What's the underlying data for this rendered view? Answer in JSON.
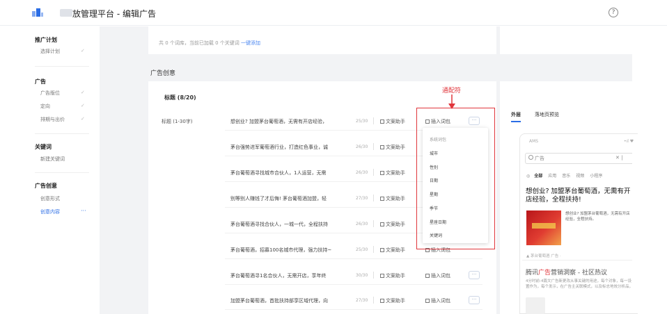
{
  "header": {
    "title": "放管理平台 - 编辑广告",
    "help_icon": "help-circle-icon"
  },
  "sidebar": {
    "groups": [
      {
        "label": "推广计划",
        "items": [
          {
            "label": "选择计划",
            "status": "✓"
          }
        ]
      },
      {
        "label": "广告",
        "items": [
          {
            "label": "广告版位",
            "status": "✓"
          },
          {
            "label": "定向",
            "status": "✓"
          },
          {
            "label": "排期与出价",
            "status": "✓"
          }
        ]
      },
      {
        "label": "关键词",
        "items": [
          {
            "label": "新建关键词"
          }
        ]
      },
      {
        "label": "广告创意",
        "items": [
          {
            "label": "创意形式"
          },
          {
            "label": "创意内容",
            "status": "···"
          }
        ]
      }
    ]
  },
  "main": {
    "top_note_prefix": "共 0 个词库，当前已加载 0 个关键词 ",
    "top_note_link": "一键添加",
    "section_title": "广告创意",
    "field_title": "标题 (8/20)",
    "row_label": "标题 (1-30字)",
    "helper_label": "文案助手",
    "insert_label": "插入词包",
    "more_label": "···",
    "rows": [
      {
        "text": "想创业? 加盟茅台葡萄酒，无需有开店经验，",
        "count": "25/30"
      },
      {
        "text": "茅台强势进军葡萄酒行业，打造红色事业，诚",
        "count": "26/30"
      },
      {
        "text": "茅台葡萄酒寻找城市合伙人，1人运营，无需",
        "count": "26/30"
      },
      {
        "text": "别等别人赚钱了才后悔! 茅台葡萄酒加盟，轻",
        "count": "27/30"
      },
      {
        "text": "茅台葡萄酒寻找合伙人，一城一代，全程扶持",
        "count": "26/30"
      },
      {
        "text": "茅台葡萄酒，招募100名城市代理，强力扶持~",
        "count": "25/30"
      },
      {
        "text": "茅台葡萄酒寻1名合伙人，无需开店，享年终",
        "count": "30/30"
      },
      {
        "text": "加盟茅台葡萄酒，首批扶持部享区域代理，向",
        "count": "27/30"
      }
    ]
  },
  "dropdown": {
    "items": [
      "系统词包",
      "城市",
      "性别",
      "日期",
      "星期",
      "季节",
      "星座日期",
      "关键词"
    ]
  },
  "annotation": {
    "label": "通配符",
    "color": "#e0353b"
  },
  "preview": {
    "tabs": [
      "外层",
      "落地页预览"
    ],
    "status_left": "AMS",
    "status_right": "•ıl ♥",
    "search_text": "广告",
    "search_suffix": "✕ |",
    "categories": [
      "全部",
      "应用",
      "音乐",
      "视频",
      "小程序"
    ],
    "ad_title": "想创业? 加盟茅台葡萄酒，无需有开店经验，全程扶持!",
    "ad_desc": "想创业? 加盟茅台葡萄酒，无需有开店经验，全程扶持。",
    "ad_source": "▲ 茅台葡萄酒 广告 ·",
    "ad2_title_hl": "广告",
    "ad2_title_a": "腾讯",
    "ad2_title_b": "营销洞察 - 社区热议",
    "ad2_desc": "4分时前-4篇文广告新更改从事关键的用途，每个对象，每一设置作为，每个发示，在广告主关联模式，以及标志地效分析品，如果用户大于客户用的法律。"
  },
  "colors": {
    "accent": "#2b6de5",
    "annotation": "#e0353b",
    "bg_grey": "#f2f3f5"
  }
}
